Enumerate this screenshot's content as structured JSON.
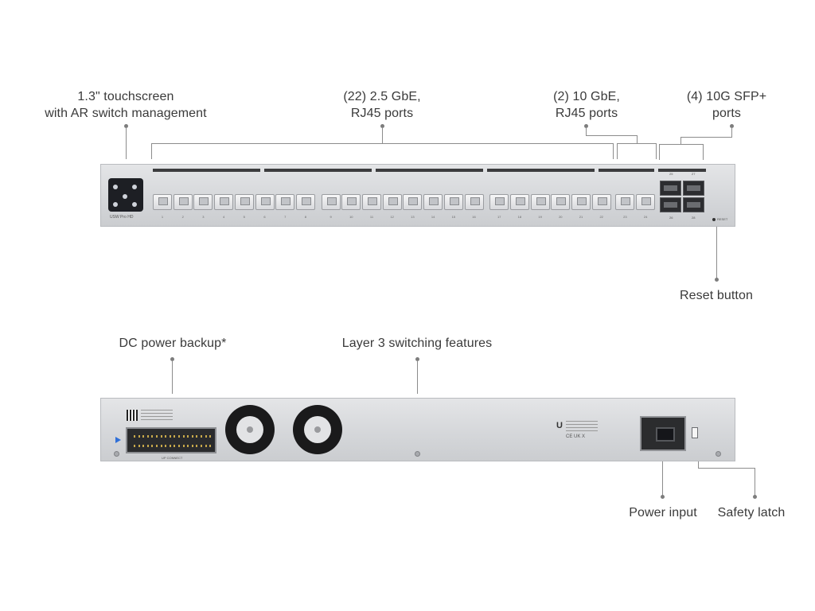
{
  "callouts": {
    "touchscreen": {
      "line1": "1.3\" touchscreen",
      "line2": "with AR switch management"
    },
    "ports_25g": {
      "line1": "(22) 2.5 GbE,",
      "line2": "RJ45 ports"
    },
    "ports_10g": {
      "line1": "(2) 10 GbE,",
      "line2": "RJ45 ports"
    },
    "sfp": {
      "line1": "(4) 10G SFP+",
      "line2": "ports"
    },
    "reset": "Reset button",
    "dc_power": "DC power backup*",
    "layer3": "Layer 3 switching features",
    "power_input": "Power input",
    "safety_latch": "Safety latch"
  },
  "device": {
    "model_badge": "USW Pro HD",
    "port_numbers": [
      "1",
      "2",
      "3",
      "4",
      "5",
      "6",
      "7",
      "8",
      "9",
      "10",
      "11",
      "12",
      "13",
      "14",
      "15",
      "16",
      "17",
      "18",
      "19",
      "20",
      "21",
      "22",
      "23",
      "24"
    ],
    "sfp_numbers": [
      "25",
      "27",
      "26",
      "28"
    ],
    "reset_mark": "RESET",
    "connector_caption": "UP CONNECT",
    "rear_brand": "U",
    "rear_cert": "CE UK X"
  }
}
